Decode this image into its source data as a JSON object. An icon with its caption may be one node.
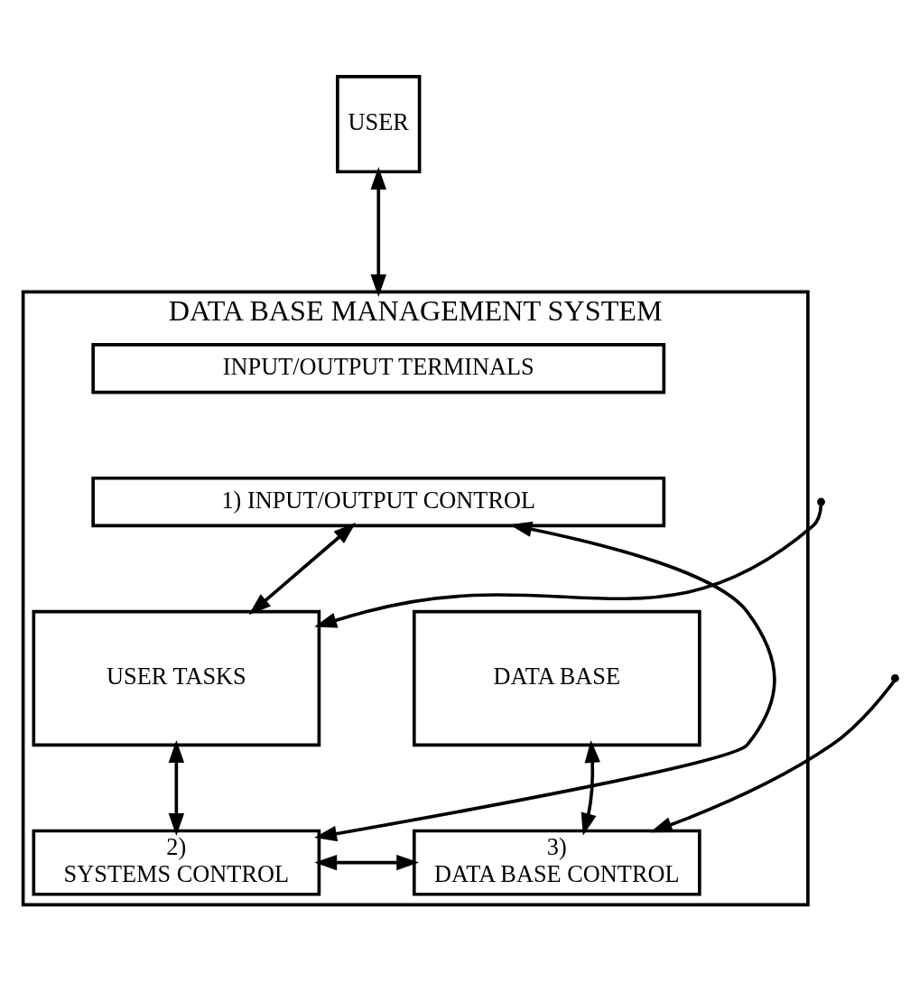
{
  "diagram": {
    "nodes": [
      {
        "text": [
          "USER"
        ]
      },
      {
        "text": [
          "DATA BASE MANAGEMENT SYSTEM"
        ]
      },
      {
        "text": [
          "INPUT/OUTPUT TERMINALS"
        ],
        "in": 1
      },
      {
        "text": [
          "1) INPUT/OUTPUT CONTROL"
        ],
        "in": 1
      },
      {
        "text": [
          "USER TASKS"
        ],
        "in": 1
      },
      {
        "text": [
          "DATA BASE"
        ],
        "in": 1
      },
      {
        "text": [
          "2)",
          "SYSTEMS CONTROL"
        ],
        "in": 1
      },
      {
        "text": [
          "3)",
          "DATA BASE CONTROL"
        ],
        "in": 1
      }
    ],
    "edges": [
      {
        "from": 0,
        "to": 1,
        "arrow": "both"
      },
      {
        "from": 3,
        "to": 4,
        "arrow": "both"
      },
      {
        "from": 4,
        "to": 6,
        "arrow": "both"
      },
      {
        "from": null,
        "to": 4,
        "arrow": "to"
      },
      {
        "from": null,
        "to": 7,
        "arrow": "to"
      },
      {
        "from": 5,
        "to": 7,
        "arrow": "both"
      },
      {
        "from": 6,
        "to": 7,
        "arrow": "both"
      },
      {
        "from": 3,
        "to": 6,
        "arrow": "both"
      }
    ]
  }
}
